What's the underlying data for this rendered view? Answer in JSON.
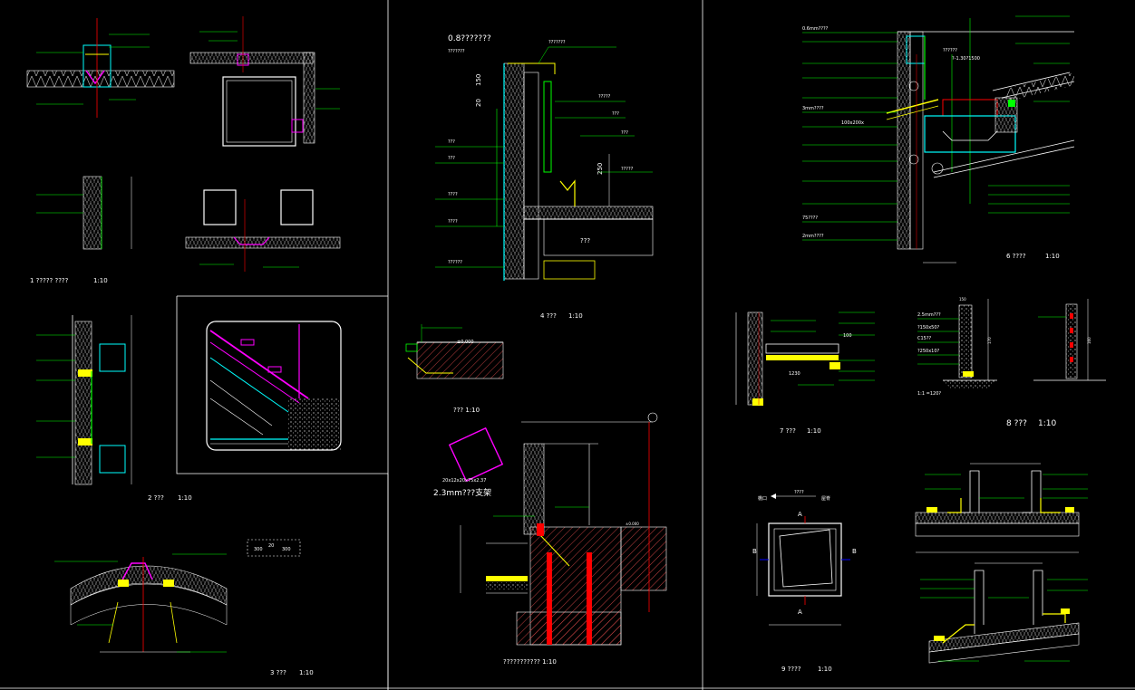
{
  "drawing": {
    "panel_titles": {
      "d1": "1 ????? ????",
      "d1_scale": "1:10",
      "d2": "2 ???",
      "d2_scale": "1:10",
      "d3": "3 ???",
      "d3_scale": "1:10",
      "d4": "4 ???",
      "d4_scale": "1:10",
      "d5": "??? 1:10",
      "d6": "6 ????",
      "d6_scale": "1:10",
      "d7": "7 ???",
      "d7_scale": "1:10",
      "d8": "8 ???",
      "d8_scale": "1:10",
      "d9": "9 ????",
      "d9_scale": "1:10",
      "d10": "??????????? 1:10"
    },
    "detail4_labels": {
      "top_left_1": "0.8???????",
      "top_left_2": "???????",
      "top_right": "???????",
      "r1": "?????",
      "r2": "???",
      "r3": "???",
      "l1": "???",
      "l2": "???",
      "l3": "????",
      "l4": "????",
      "l5": "??????",
      "r4": "?????",
      "floor": "???",
      "dim_150": "150",
      "dim_20": "20",
      "dim_250": "250"
    },
    "detail5_labels": {
      "sample_dims": "20x12x20x75x2.37",
      "steel_note": "2.3mm???支架",
      "elev_left": "±0.000",
      "elev_right": "±0.000"
    },
    "detail3_dims": {
      "d300a": "300",
      "d20": "20",
      "d300b": "300"
    },
    "detail8_dims": {
      "top": "150",
      "side1": "170",
      "side2": "160",
      "note1": "2.5mm???",
      "note2": "?150x50?",
      "note3": "C15??",
      "note4": "?250x10?",
      "note5": "1:1 =120?"
    },
    "detail9_labels": {
      "arrow_text": "????",
      "marker_a_top": "A",
      "marker_a_bottom": "A",
      "marker_b_left": "B",
      "marker_b_right": "B",
      "side_left": "檐口",
      "side_right": "屋脊"
    },
    "detail7_dims": {
      "d1230": "1230",
      "d100": "100"
    },
    "detail6_notes": {
      "n1": "0.6mm????",
      "n2": "??????",
      "n3": "?-1.30?1500",
      "n4": "3mm????",
      "n5": "100x200x",
      "n6": "75????",
      "n7": "2mm????"
    },
    "colors": {
      "background": "#000000",
      "line_white": "#ffffff",
      "line_green": "#00ff00",
      "line_cyan": "#00ffff",
      "line_yellow": "#ffff00",
      "line_magenta": "#ff00ff",
      "line_red": "#ff0000",
      "line_blue": "#0000ff"
    }
  }
}
